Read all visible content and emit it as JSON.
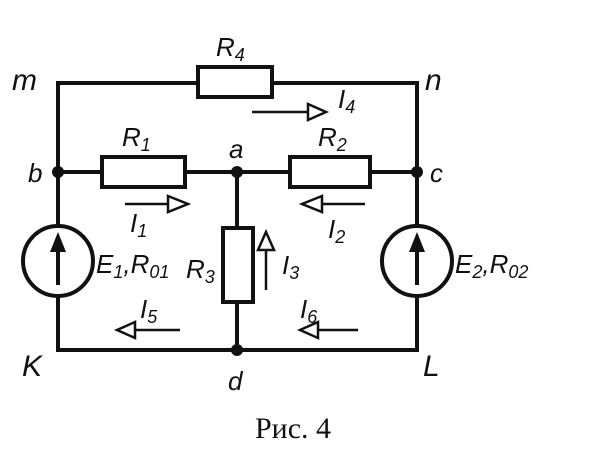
{
  "figure": {
    "caption": "Рис. 4",
    "nodes": {
      "m": "m",
      "n": "n",
      "b": "b",
      "a": "a",
      "c": "c",
      "k": "K",
      "d": "d",
      "l": "L"
    },
    "resistors": {
      "r4": {
        "base": "R",
        "sub": "4"
      },
      "r1": {
        "base": "R",
        "sub": "1"
      },
      "r2": {
        "base": "R",
        "sub": "2"
      },
      "r3": {
        "base": "R",
        "sub": "3"
      }
    },
    "sources": {
      "e1": {
        "base1": "E",
        "sub1": "1",
        "sep": ",",
        "base2": "R",
        "sub2": "01"
      },
      "e2": {
        "base1": "E",
        "sub1": "2",
        "sep": ",",
        "base2": "R",
        "sub2": "02"
      }
    },
    "currents": {
      "i1": {
        "base": "I",
        "sub": "1"
      },
      "i2": {
        "base": "I",
        "sub": "2"
      },
      "i3": {
        "base": "I",
        "sub": "3"
      },
      "i4": {
        "base": "I",
        "sub": "4"
      },
      "i5": {
        "base": "I",
        "sub": "5"
      },
      "i6": {
        "base": "I",
        "sub": "6"
      }
    }
  }
}
